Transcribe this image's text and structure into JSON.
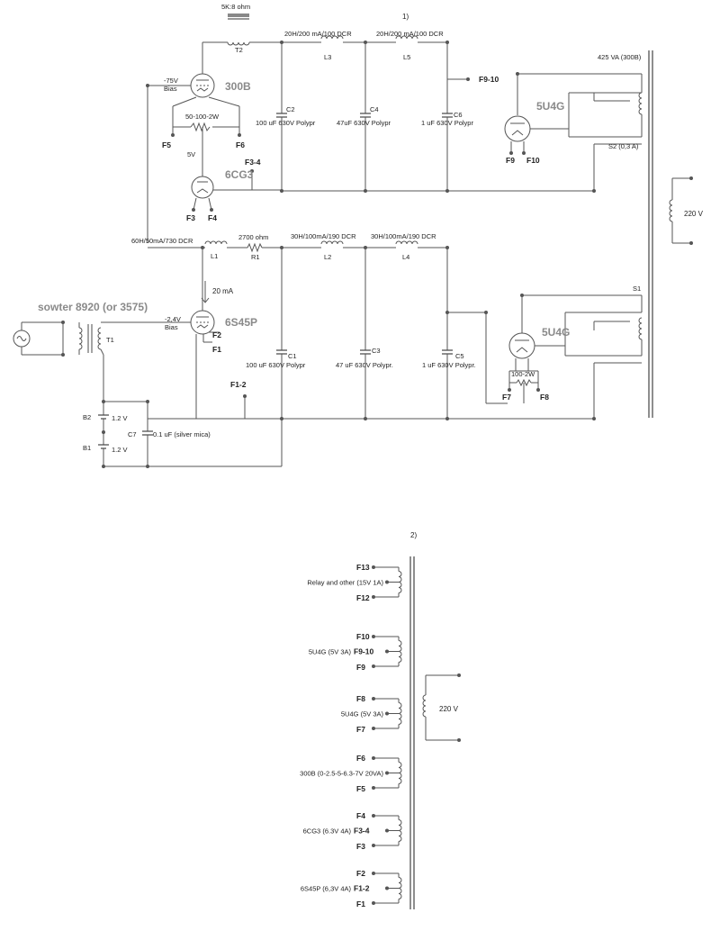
{
  "diagram1": {
    "number": "1)",
    "t2_label": "5K:8 ohm",
    "t2_ref": "T2",
    "l3_label": "20H/200 mA/100 DCR",
    "l3_ref": "L3",
    "l5_label": "20H/200 mA/100 DCR",
    "l5_ref": "L5",
    "v300b": "300B",
    "bias_300b": "-75V",
    "bias_word": "Bias",
    "r_bias": "50-100-2W",
    "f5": "F5",
    "f6": "F6",
    "v5": "5V",
    "f34": "F3-4",
    "v6cg3": "6CG3",
    "f3": "F3",
    "f4": "F4",
    "c2_ref": "C2",
    "c2_val": "100 uF 630V Polypr",
    "c4_ref": "C4",
    "c4_val": "47uF 630V Polypr",
    "c6_ref": "C6",
    "c6_val": "1 uF 630V Polypr",
    "f910": "F9-10",
    "tr_label": "425 VA (300B)",
    "v5u4g_a": "5U4G",
    "f9": "F9",
    "f10": "F10",
    "s2": "S2 (0,3 A)",
    "v220": "220 V",
    "l1_label": "60H/50mA/730 DCR",
    "l1_ref": "L1",
    "r1_label": "2700 ohm",
    "r1_ref": "R1",
    "l2_label": "30H/100mA/190 DCR",
    "l2_ref": "L2",
    "l4_label": "30H/100mA/190 DCR",
    "l4_ref": "L4",
    "current": "20 mA",
    "sowter": "sowter 8920 (or 3575)",
    "t1_ref": "T1",
    "bias_6s45p": "-2,4V",
    "v6s45p": "6S45P",
    "f2": "F2",
    "f1": "F1",
    "c1_ref": "C1",
    "c1_val": "100 uF 630V Polypr",
    "c3_ref": "C3",
    "c3_val": "47 uF 630V Polypr.",
    "c5_ref": "C5",
    "c5_val": "1 uF 630V Polypr.",
    "s1": "S1",
    "v5u4g_b": "5U4G",
    "r_100": "100-2W",
    "f7": "F7",
    "f8": "F8",
    "f12": "F1-2",
    "b2": "B2",
    "b2v": "1.2 V",
    "b1": "B1",
    "b1v": "1.2 V",
    "c7_ref": "C7",
    "c7_val": "0.1 uF (silver mica)"
  },
  "diagram2": {
    "number": "2)",
    "v220": "220 V",
    "windings": [
      {
        "top": "F13",
        "mid": "",
        "bot": "F12",
        "desc": "Relay and other (15V 1A)"
      },
      {
        "top": "F10",
        "mid": "F9-10",
        "bot": "F9",
        "desc": "5U4G (5V 3A)"
      },
      {
        "top": "F8",
        "mid": "",
        "bot": "F7",
        "desc": "5U4G (5V 3A)"
      },
      {
        "top": "F6",
        "mid": "",
        "bot": "F5",
        "desc": "300B (0-2.5-5-6.3-7V  20VA)"
      },
      {
        "top": "F4",
        "mid": "F3-4",
        "bot": "F3",
        "desc": "6CG3 (6.3V 4A)"
      },
      {
        "top": "F2",
        "mid": "F1-2",
        "bot": "F1",
        "desc": "6S45P (6,3V 4A)"
      }
    ]
  }
}
